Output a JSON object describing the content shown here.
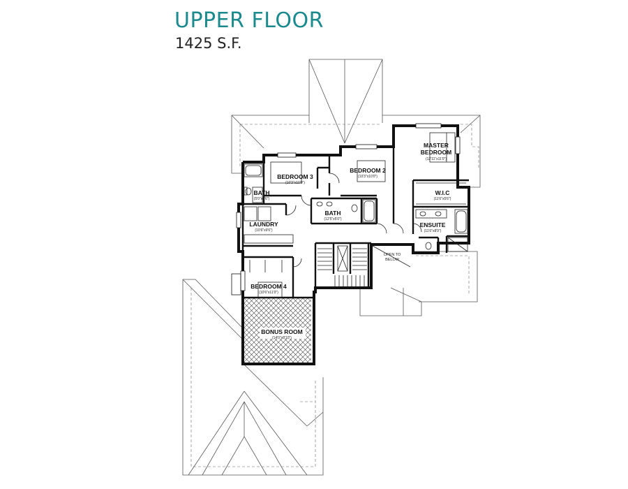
{
  "header": {
    "title": "UPPER FLOOR",
    "area": "1425 S.F."
  },
  "colors": {
    "title": "#1a8a8e",
    "wall": "#111111",
    "roof": "#555555"
  },
  "rooms": {
    "master_bedroom": {
      "name_line1": "MASTER",
      "name_line2": "BEDROOM",
      "dims": "(12'11\"x11'0\")"
    },
    "bedroom_2": {
      "name": "BEDROOM 2",
      "dims": "(10'3\"x10'0\")"
    },
    "bedroom_3": {
      "name": "BEDROOM 3",
      "dims": "(10'3\"x10'0\")"
    },
    "bath_1": {
      "name": "BATH",
      "dims": "(5'0\"x8'6\")"
    },
    "bath_2": {
      "name": "BATH",
      "dims": "(12'5\"x5'0\")"
    },
    "wic": {
      "name": "W.I.C",
      "dims": "(11'6\"x5'6\")"
    },
    "ensuite": {
      "name": "ENSUITE",
      "dims": "(11'6\"x8'9\")"
    },
    "laundry": {
      "name": "LAUNDRY",
      "dims": "(10'6\"x9'6\")"
    },
    "bedroom_4": {
      "name": "BEDROOM 4",
      "dims": "(10'6\"x11'0\")"
    },
    "bonus_room": {
      "name": "BONUS ROOM",
      "dims": "(14'0\"x8'10\")"
    }
  },
  "notes": {
    "open_to_below_line1": "OPEN TO",
    "open_to_below_line2": "BELOW"
  }
}
